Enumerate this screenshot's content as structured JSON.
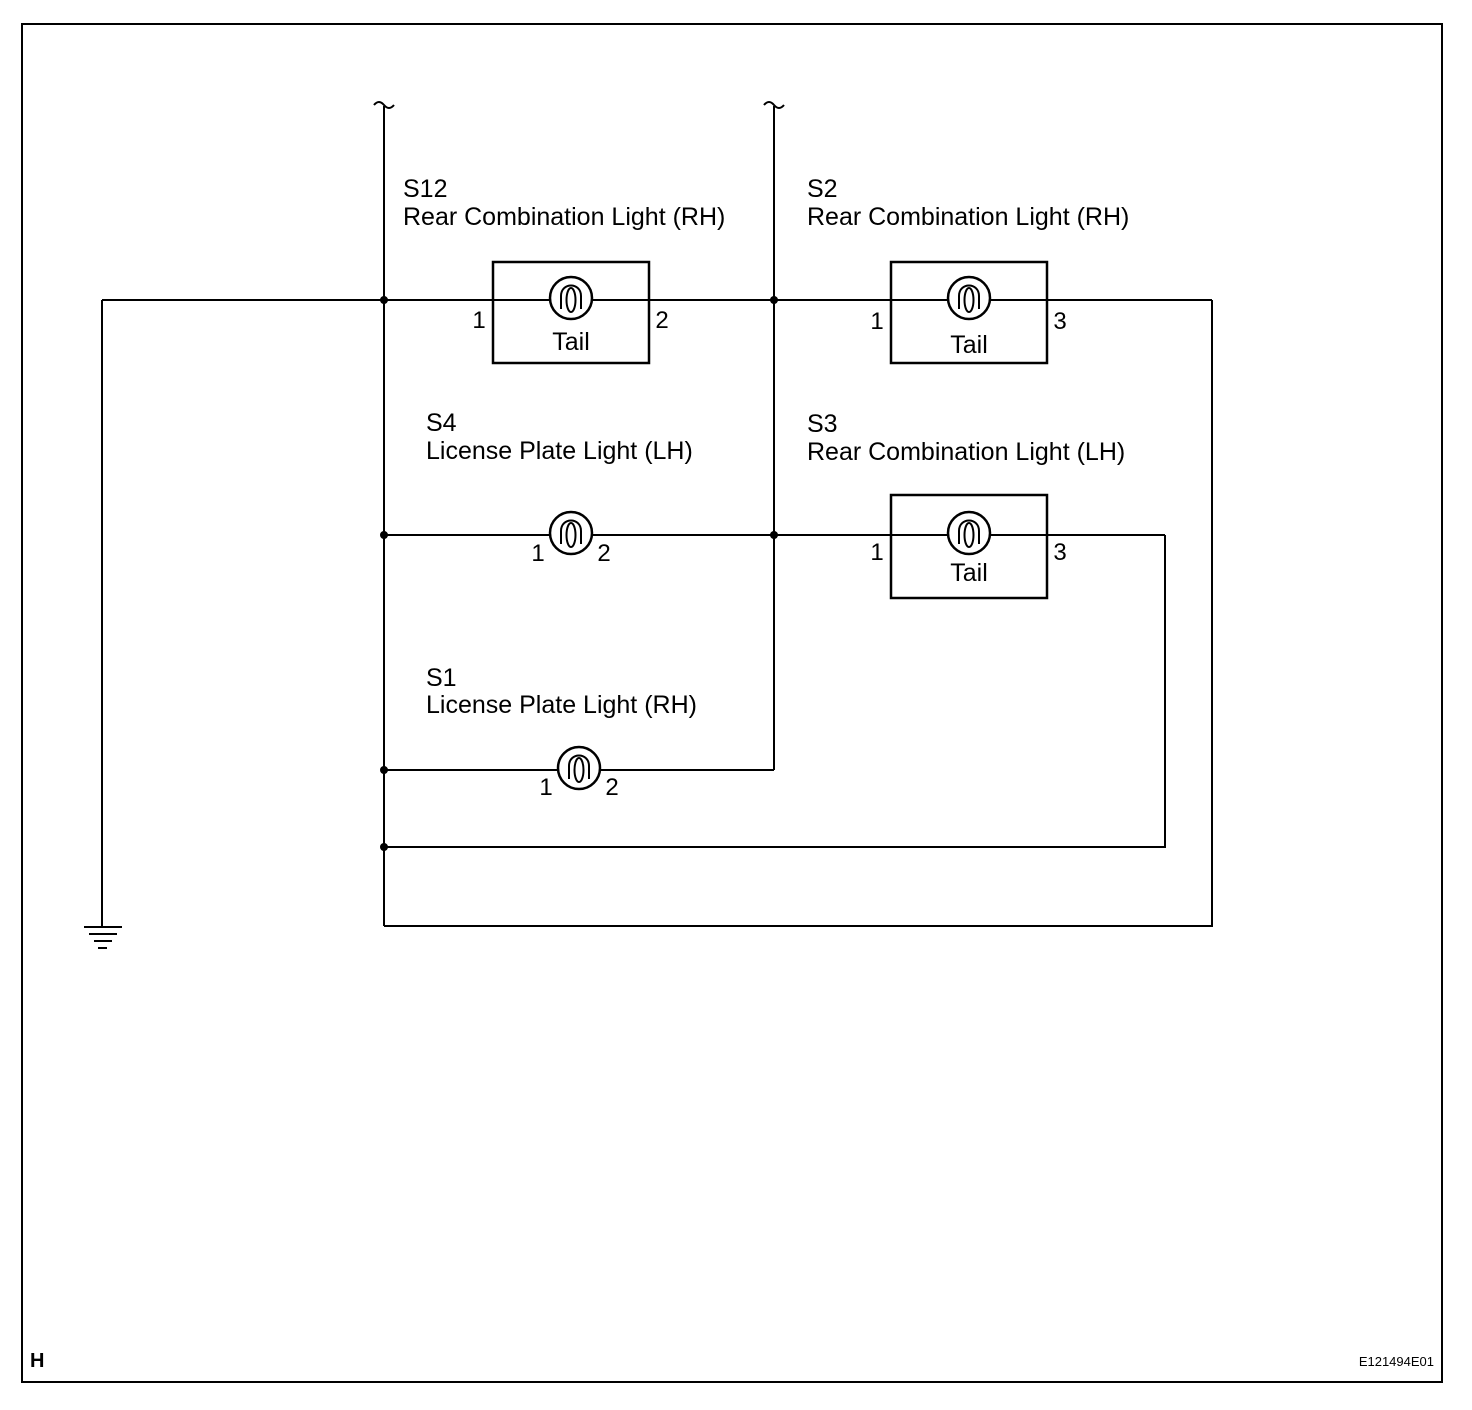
{
  "components": {
    "s12": {
      "code": "S12",
      "name": "Rear Combination Light (RH)",
      "pin_left": "1",
      "pin_right": "2",
      "bulb_label": "Tail"
    },
    "s2": {
      "code": "S2",
      "name": "Rear Combination Light (RH)",
      "pin_left": "1",
      "pin_right": "3",
      "bulb_label": "Tail"
    },
    "s4": {
      "code": "S4",
      "name": "License Plate Light (LH)",
      "pin_left": "1",
      "pin_right": "2"
    },
    "s3": {
      "code": "S3",
      "name": "Rear Combination Light (LH)",
      "pin_left": "1",
      "pin_right": "3",
      "bulb_label": "Tail"
    },
    "s1": {
      "code": "S1",
      "name": "License Plate Light (RH)",
      "pin_left": "1",
      "pin_right": "2"
    }
  },
  "corner_label": "H",
  "figure_code": "E121494E01"
}
